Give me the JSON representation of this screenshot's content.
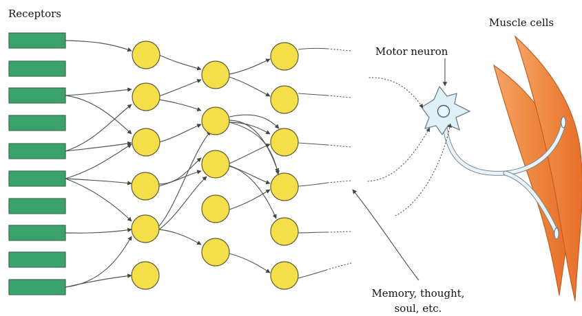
{
  "labels": {
    "receptors": "Receptors",
    "muscle_cells": "Muscle cells",
    "motor_neuron": "Motor neuron",
    "memory_line1": "Memory, thought,",
    "memory_line2": "soul, etc."
  },
  "colors": {
    "receptor_fill": "#3aa36d",
    "neuron_fill": "#f4df4a",
    "muscle_fill": "#ef8b43",
    "motor_neuron_fill": "#dff0f8"
  }
}
